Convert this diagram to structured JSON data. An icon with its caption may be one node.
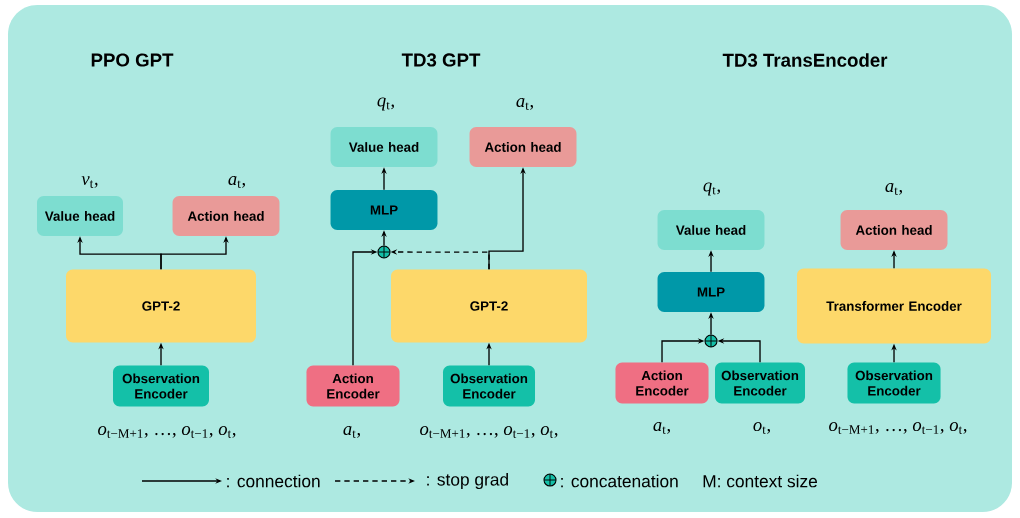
{
  "diagram": {
    "nodes": [
      {
        "text": [
          "Value head"
        ],
        "beside": [
          "*v*$_{t}$,"
        ]
      },
      {
        "text": [
          "Action head"
        ],
        "beside": [
          "*a*$_{t}$,"
        ]
      },
      {
        "text": [
          "GPT-2"
        ]
      },
      {
        "text": [
          "Observation Encoder"
        ],
        "beside": [
          "*o*$_{t−M+1}$, …, *o*$_{t−1}$, *o*$_{t}$,"
        ]
      },
      {
        "text": [
          "Value head"
        ],
        "beside": [
          "*q*$_{t}$,"
        ]
      },
      {
        "text": [
          "Action head"
        ],
        "beside": [
          "*a*$_{t}$,"
        ]
      },
      {
        "text": [
          "MLP"
        ]
      },
      {
        "text": [],
        "shape": "circle"
      },
      {
        "text": [
          "GPT-2"
        ]
      },
      {
        "text": [
          "Action Encoder"
        ],
        "beside": [
          "*a*$_{t}$,"
        ]
      },
      {
        "text": [
          "Observation Encoder"
        ],
        "beside": [
          "*o*$_{t−M+1}$, …, *o*$_{t−1}$, *o*$_{t}$,"
        ]
      },
      {
        "text": [
          "Value head"
        ],
        "beside": [
          "*q*$_{t}$,"
        ]
      },
      {
        "text": [
          "MLP"
        ]
      },
      {
        "text": [],
        "shape": "circle"
      },
      {
        "text": [
          "Action Encoder"
        ],
        "beside": [
          "*a*$_{t}$,"
        ]
      },
      {
        "text": [
          "Observation Encoder"
        ],
        "beside": [
          "*o*$_{t}$,"
        ]
      },
      {
        "text": [
          "Action head"
        ],
        "beside": [
          "*a*$_{t}$,"
        ]
      },
      {
        "text": [
          "Transformer Encoder"
        ]
      },
      {
        "text": [
          "Observation Encoder"
        ],
        "beside": [
          "*o*$_{t−M+1}$, …, *o*$_{t−1}$, *o*$_{t}$,"
        ]
      }
    ],
    "edges": [
      {
        "from": 3,
        "to": 2,
        "arrow": "to"
      },
      {
        "from": 2,
        "to": 0,
        "arrow": "to"
      },
      {
        "from": 2,
        "to": 1,
        "arrow": "to"
      },
      {
        "from": 10,
        "to": 8,
        "arrow": "to"
      },
      {
        "from": 8,
        "to": 5,
        "arrow": "to"
      },
      {
        "from": 8,
        "to": 7,
        "arrow": "to",
        "style": "dashed"
      },
      {
        "from": 9,
        "to": 7,
        "arrow": "to"
      },
      {
        "from": 7,
        "to": 6,
        "arrow": "to"
      },
      {
        "from": 6,
        "to": 4,
        "arrow": "to"
      },
      {
        "from": 14,
        "to": 13,
        "arrow": "to"
      },
      {
        "from": 15,
        "to": 13,
        "arrow": "to"
      },
      {
        "from": 13,
        "to": 12,
        "arrow": "to"
      },
      {
        "from": 12,
        "to": 11,
        "arrow": "to"
      },
      {
        "from": 18,
        "to": 17,
        "arrow": "to"
      },
      {
        "from": 17,
        "to": 16,
        "arrow": "to"
      }
    ],
    "labels": [
      "PPO GPT",
      "TD3 GPT",
      "TD3 TransEncoder",
      "M: context size"
    ],
    "legend": [
      {
        "text": ": connection"
      },
      {
        "text": ": stop grad"
      },
      {
        "text": ": concatenation"
      }
    ]
  }
}
